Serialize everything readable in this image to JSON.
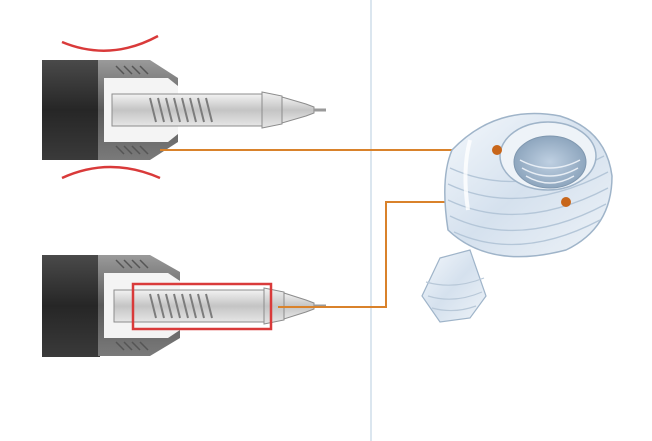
{
  "colors": {
    "background": "#ffffff",
    "divider": "#dbe6ef",
    "pen_body": "#2e2e2e",
    "pen_grip": "#6a6a6a",
    "metal": "#d6d6d6",
    "metal_dark": "#8c8c8c",
    "spring": "#9a9a9a",
    "callout_line": "#d9822b",
    "callout_dot": "#c8661a",
    "highlight_box": "#d93a3a",
    "flex_arcs": "#d93a3a",
    "nut_body": "#dfe8f2",
    "nut_edge": "#9fb4c9"
  },
  "icons": {
    "top_pen": "pen-tip-flexing-cutaway",
    "bottom_pen": "pen-tip-stable-cutaway",
    "part": "clear-threaded-nut"
  }
}
